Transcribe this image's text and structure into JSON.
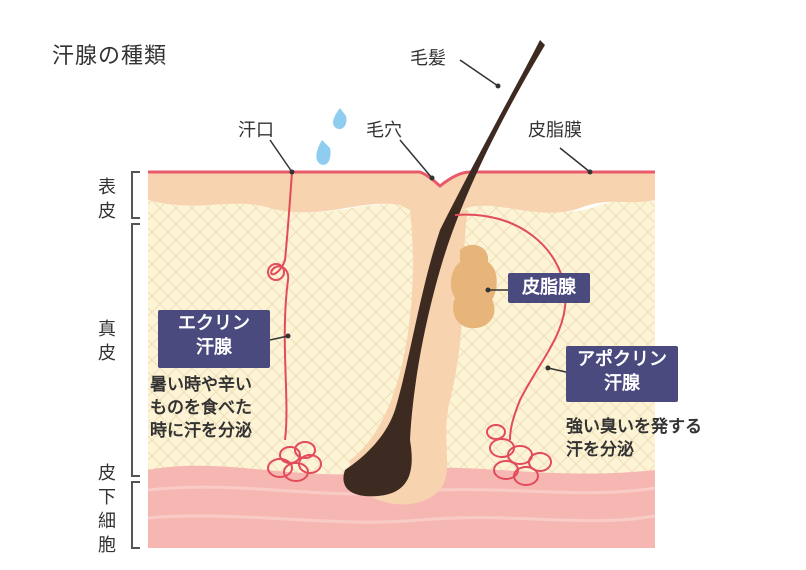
{
  "title": "汗腺の種類",
  "labels": {
    "hair": "毛髪",
    "sweat_pore": "汗口",
    "hair_pore": "毛穴",
    "sebum_film": "皮脂膜"
  },
  "layers": {
    "epidermis": [
      "表",
      "皮"
    ],
    "dermis": [
      "真",
      "皮"
    ],
    "subcutaneous": [
      "皮",
      "下",
      "細",
      "胞"
    ]
  },
  "boxes": {
    "sebaceous_gland": "皮脂腺",
    "eccrine_line1": "エクリン",
    "eccrine_line2": "汗腺",
    "apocrine_line1": "アポクリン",
    "apocrine_line2": "汗腺"
  },
  "descriptions": {
    "eccrine": [
      "暑い時や辛い",
      "ものを食べた",
      "時に汗を分泌"
    ],
    "apocrine": [
      "強い臭いを発する",
      "汗を分泌"
    ]
  },
  "colors": {
    "epidermis": "#f7d3b0",
    "dermis": "#fdf3d5",
    "subcutaneous": "#f6b7b2",
    "hair": "#3d2b22",
    "gland_line": "#e24b5a",
    "sebaceous": "#e7b479",
    "label_box": "#4b4a7f",
    "droplet": "#8ecdf0"
  }
}
